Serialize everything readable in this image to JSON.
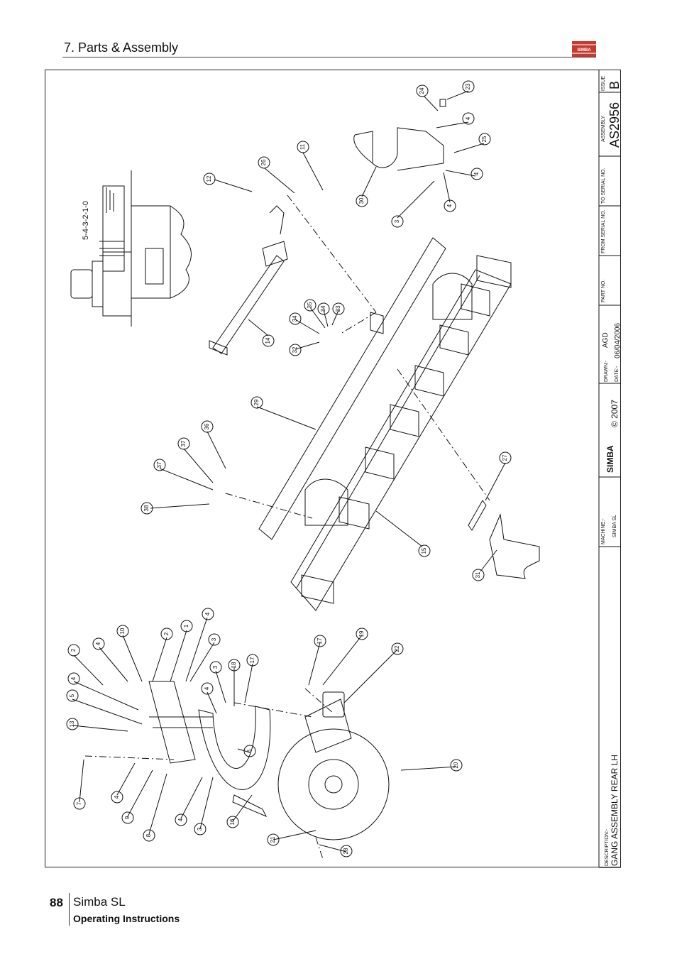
{
  "header": {
    "section": "7. Parts & Assembly",
    "logo_text": "SIMBA"
  },
  "title_block": {
    "issue_label": "ISSUE",
    "issue": "B",
    "assembly_label": "ASSEMBLY",
    "assembly": "AS2956",
    "to_serial_label": "TO SERIAL NO.",
    "from_serial_label": "FROM SERIAL NO.",
    "part_no_label": "PART NO.",
    "drawn_label": "DRAWN:-",
    "drawn": "AGD",
    "date_label": "DATE:-",
    "date": "06/04/2006",
    "brand": "SIMBA",
    "copyright": "© 2007",
    "machine_label": "MACHINE:-",
    "machine": "SIMBA SL",
    "description_label": "DESCRIPTION:-",
    "description": "GANG ASSEMBLY REAR LH"
  },
  "drawing": {
    "scale_label": "5-4-3-2-1-0",
    "callouts": [
      "24",
      "23",
      "4",
      "25",
      "4",
      "4",
      "3",
      "30",
      "26",
      "11",
      "12",
      "14",
      "34",
      "35",
      "34",
      "33",
      "32",
      "29",
      "36",
      "37",
      "37",
      "38",
      "27",
      "15",
      "31",
      "2",
      "4",
      "10",
      "2",
      "1",
      "4",
      "3",
      "4",
      "5",
      "13",
      "3",
      "18",
      "17",
      "4",
      "6",
      "7",
      "4",
      "9",
      "8",
      "4",
      "3",
      "16",
      "17",
      "19",
      "22",
      "20",
      "21",
      "28"
    ]
  },
  "footer": {
    "page_number": "88",
    "product": "Simba SL",
    "doc_type": "Operating Instructions"
  }
}
